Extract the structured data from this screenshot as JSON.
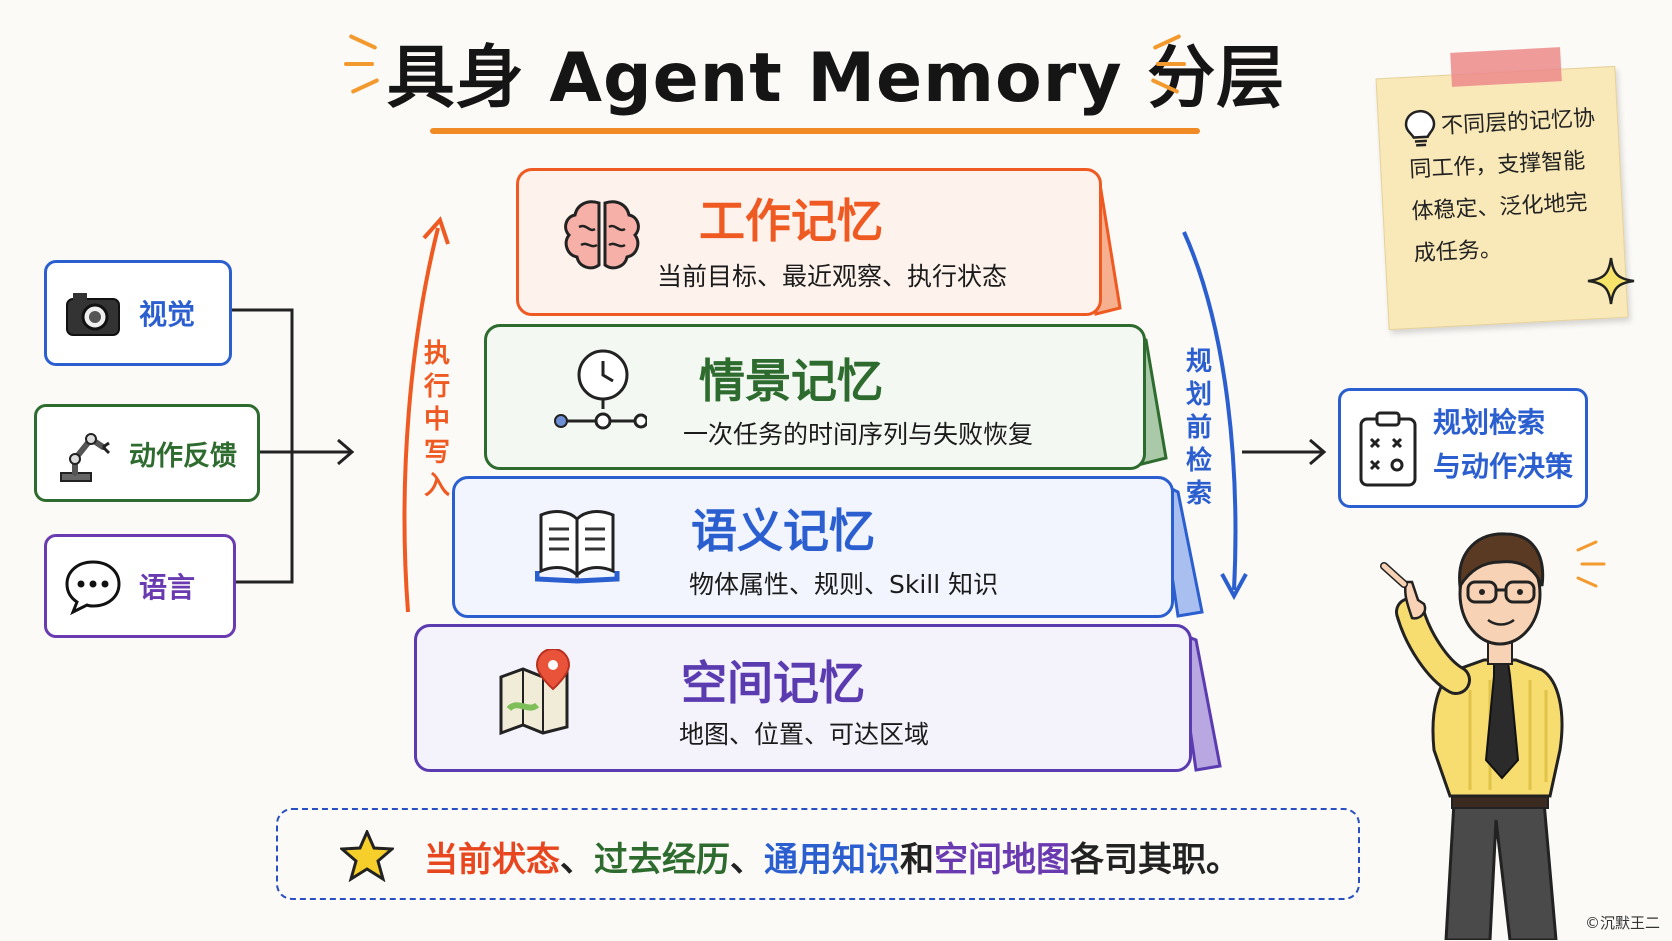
{
  "title": "具身 Agent Memory 分层",
  "inputs": [
    {
      "label": "视觉",
      "icon": "camera-icon",
      "color": "#2b5fd0"
    },
    {
      "label": "动作反馈",
      "icon": "robot-arm-icon",
      "color": "#2e6b2e"
    },
    {
      "label": "语言",
      "icon": "speech-bubble-icon",
      "color": "#6a3bb0"
    }
  ],
  "left_arrow_label": "执行中写入",
  "right_arrow_label": "规划前检索",
  "layers": [
    {
      "name": "工作记忆",
      "desc": "当前目标、最近观察、执行状态",
      "icon": "brain-icon",
      "color": "#ef5a22"
    },
    {
      "name": "情景记忆",
      "desc": "一次任务的时间序列与失败恢复",
      "icon": "clock-timeline-icon",
      "color": "#2e6b2e"
    },
    {
      "name": "语义记忆",
      "desc": "物体属性、规则、Skill 知识",
      "icon": "book-icon",
      "color": "#2b5fd0"
    },
    {
      "name": "空间记忆",
      "desc": "地图、位置、可达区域",
      "icon": "map-pin-icon",
      "color": "#5b3bb0"
    }
  ],
  "output": {
    "line1": "规划检索",
    "line2": "与动作决策",
    "icon": "checklist-icon"
  },
  "note": {
    "text": "不同层的记忆协同工作，支撑智能体稳定、泛化地完成任务。",
    "icon": "lightbulb-icon"
  },
  "summary": {
    "parts": [
      {
        "text": "当前状态",
        "color": "#e8461e"
      },
      {
        "text": "、",
        "color": "#222222"
      },
      {
        "text": "过去经历",
        "color": "#2e6b2e"
      },
      {
        "text": "、",
        "color": "#222222"
      },
      {
        "text": "通用知识",
        "color": "#2b5fd0"
      },
      {
        "text": "和",
        "color": "#222222"
      },
      {
        "text": "空间地图",
        "color": "#6a3bb0"
      },
      {
        "text": "各司其职。",
        "color": "#222222"
      }
    ],
    "icon": "star-icon"
  },
  "credit": "©沉默王二"
}
